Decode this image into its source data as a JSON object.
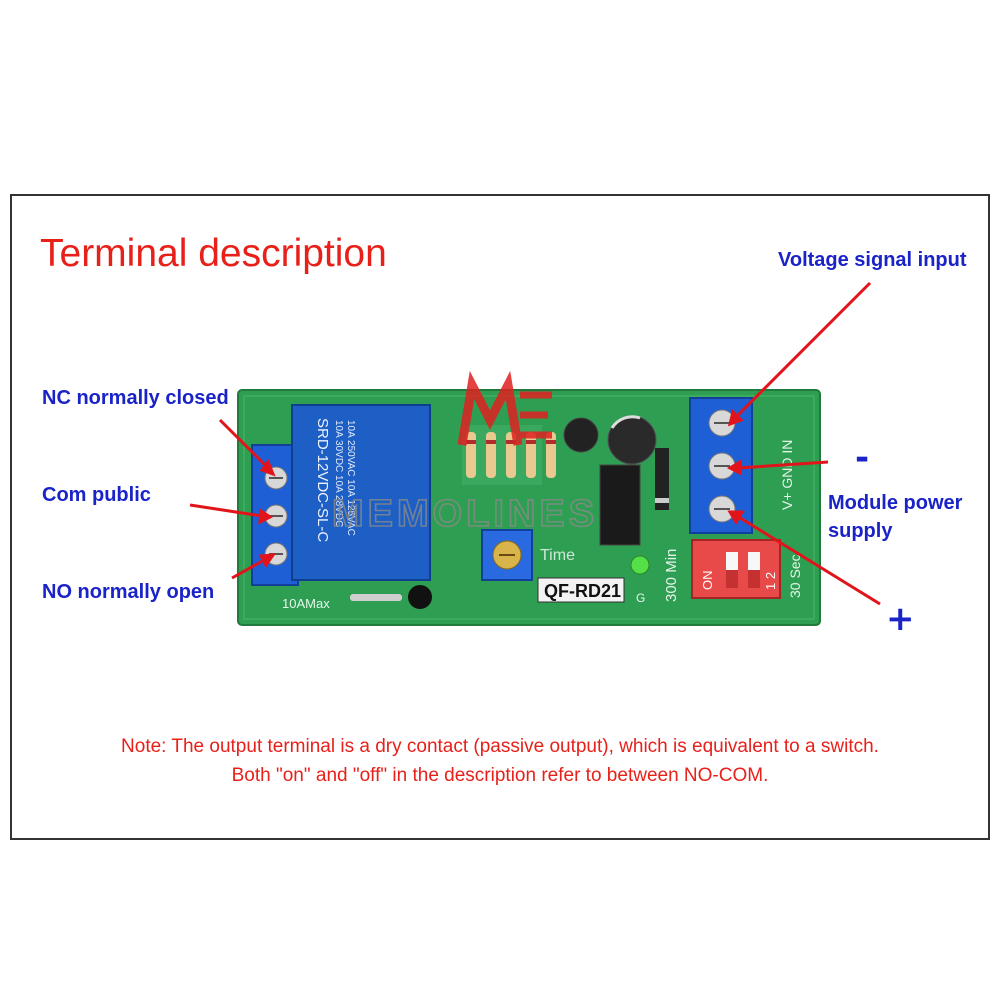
{
  "title": "Terminal description",
  "labels": {
    "nc": "NC normally closed",
    "com": "Com public",
    "no": "NO normally open",
    "voltage_signal": "Voltage signal input",
    "minus": "-",
    "module_power": "Module power",
    "supply": "supply",
    "plus": "+"
  },
  "board_print": {
    "relay_line1": "10A 250VAC 10A 125VAC",
    "relay_line2": "10A 30VDC 10A 28VDC",
    "relay_model": "SRD-12VDC-SL-C",
    "time": "Time",
    "model": "QF-RD21",
    "min": "300 Min",
    "sec": "30 Sec",
    "on": "ON",
    "dip": "1 2",
    "terminals_right": "V+ GND IN",
    "amax": "10AMax",
    "g": "G"
  },
  "watermark": "MEMOLINES",
  "note": {
    "line1": "Note: The output terminal is a dry contact (passive output), which is equivalent to a switch.",
    "line2": "Both \"on\" and \"off\" in the description refer to between NO-COM."
  },
  "colors": {
    "title_red": "#e8201a",
    "label_blue": "#1a23c8",
    "pcb_green": "#2e9e52",
    "relay_blue": "#1d5fc4",
    "terminal_blue": "#1f5fd6",
    "dip_red": "#e84a4a"
  }
}
